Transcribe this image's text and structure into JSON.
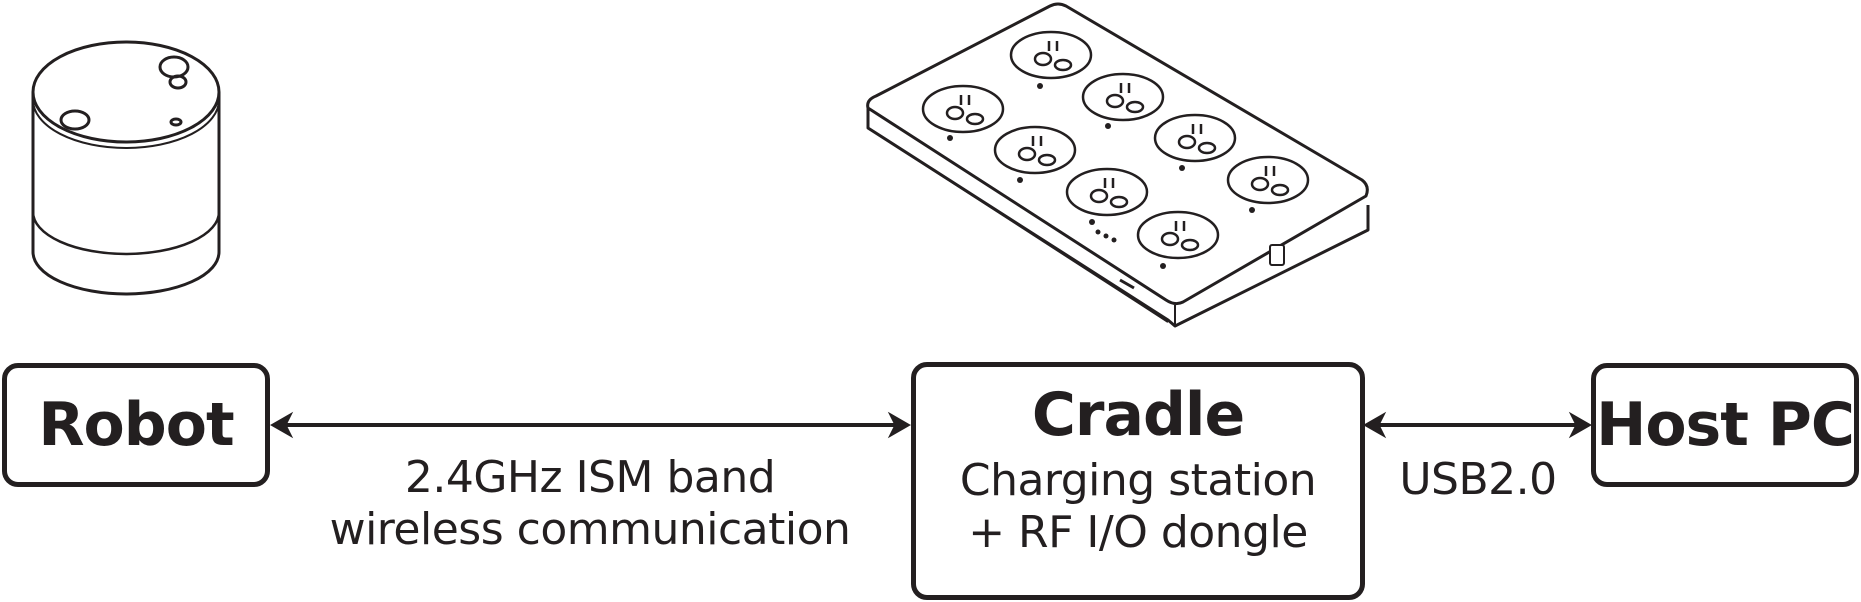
{
  "nodes": {
    "robot": {
      "title": "Robot"
    },
    "cradle": {
      "title": "Cradle",
      "line1": "Charging station",
      "line2": "+ RF I/O dongle"
    },
    "host": {
      "title": "Host PC"
    }
  },
  "links": {
    "robot_cradle": {
      "line1": "2.4GHz ISM band",
      "line2": "wireless communication"
    },
    "cradle_host": {
      "label": "USB2.0"
    }
  },
  "illustrations": {
    "robot_icon": "cylindrical-robot-icon",
    "cradle_icon": "charging-cradle-icon"
  },
  "colors": {
    "ink": "#231f20",
    "background": "#ffffff"
  }
}
